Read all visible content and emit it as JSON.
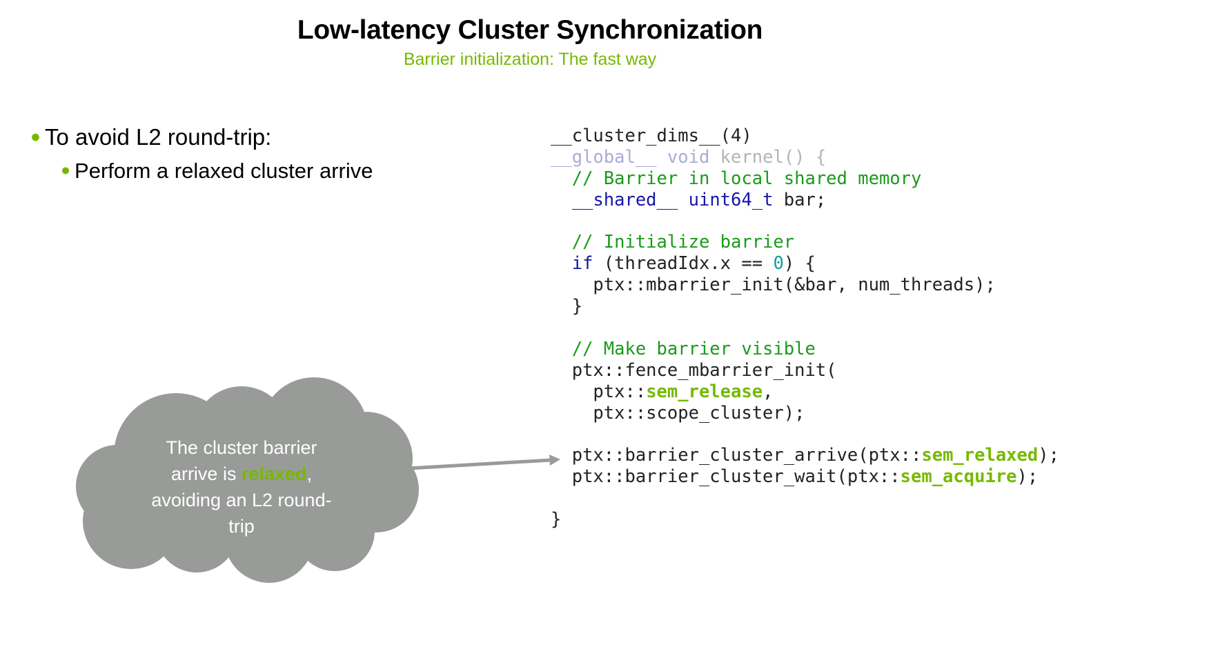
{
  "header": {
    "title": "Low-latency Cluster Synchronization",
    "subtitle": "Barrier initialization: The fast way"
  },
  "bullets": {
    "level1": "To avoid L2 round-trip:",
    "level2": "Perform a relaxed cluster arrive"
  },
  "code": {
    "line1": "__cluster_dims__(4)",
    "line2_kw": "__global__",
    "line2_void": "void",
    "line2_rest": "kernel() {",
    "line3_comment": "// Barrier in local shared memory",
    "line4_kw": "__shared__",
    "line4_type": "uint64_t",
    "line4_rest": "bar;",
    "line6_comment": "// Initialize barrier",
    "line7_kw": "if",
    "line7_a": "(threadIdx.x ==",
    "line7_num": "0",
    "line7_b": ") {",
    "line8": "ptx::mbarrier_init(&bar, num_threads);",
    "line9": "}",
    "line11_comment": "// Make barrier visible",
    "line12": "ptx::fence_mbarrier_init(",
    "line13_prefix": "ptx::",
    "line13_hl": "sem_release",
    "line13_suffix": ",",
    "line14": "ptx::scope_cluster);",
    "line16_prefix": "ptx::barrier_cluster_arrive(ptx::",
    "line16_hl": "sem_relaxed",
    "line16_suffix": ");",
    "line17_prefix": "ptx::barrier_cluster_wait(ptx::",
    "line17_hl": "sem_acquire",
    "line17_suffix": ");",
    "line19": "}"
  },
  "callout": {
    "text_1": "The cluster barrier",
    "text_2": "arrive is",
    "text_highlight": "relaxed",
    "text_3": ",",
    "text_4": "avoiding an L2 round-",
    "text_5": "trip"
  },
  "colors": {
    "accent_green": "#76b900",
    "comment_green": "#1a9a1a",
    "keyword_blue": "#1616a8",
    "cloud_gray": "#989b98"
  }
}
